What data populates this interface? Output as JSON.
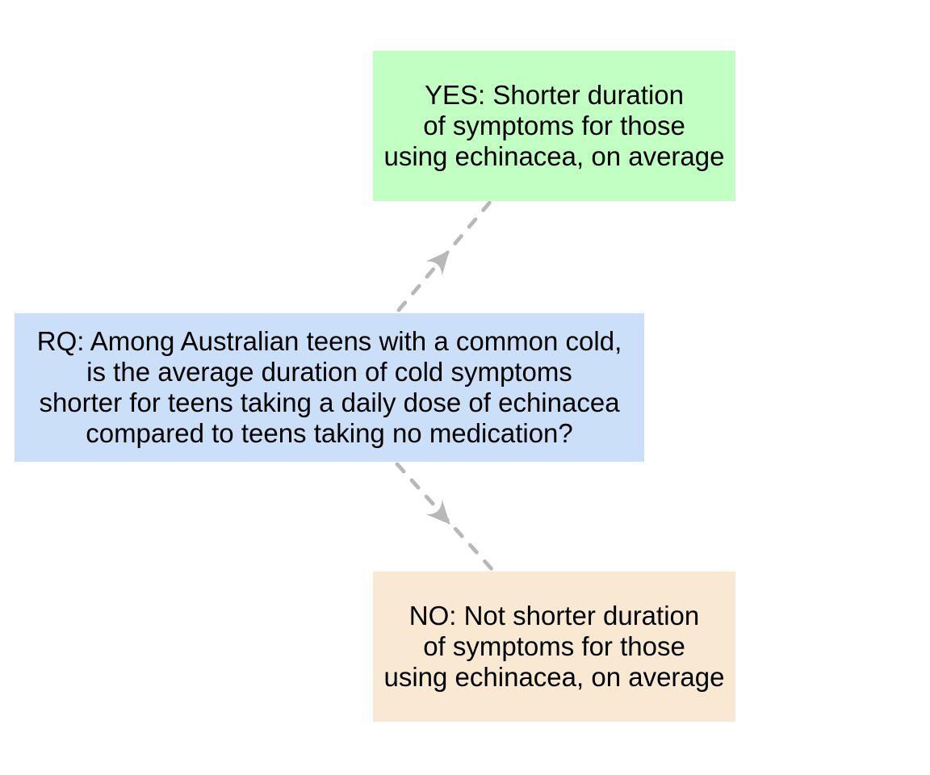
{
  "canvas": {
    "background": "#ffffff",
    "text_color": "#000000"
  },
  "nodes": {
    "yes": {
      "id": "YES",
      "fill": "#c2ffc2",
      "lines": [
        "YES: Shorter duration",
        "of symptoms for those",
        "using echinacea, on average"
      ]
    },
    "rq": {
      "id": "RQ",
      "fill": "#cbe0f8",
      "lines": [
        "RQ: Among Australian teens with a common cold,",
        "is the average duration of cold symptoms",
        "shorter for teens taking a daily dose of echinacea",
        "compared to teens taking no medication?"
      ]
    },
    "no": {
      "id": "NO",
      "fill": "#f9e9d3",
      "lines": [
        "NO: Not shorter duration",
        "of symptoms for those",
        "using echinacea, on average"
      ]
    }
  },
  "connectors": {
    "color": "#b8b8b8",
    "style": "dashed",
    "items": [
      {
        "from": "RQ",
        "to": "YES",
        "direction": "up-right"
      },
      {
        "from": "RQ",
        "to": "NO",
        "direction": "down-right"
      }
    ]
  }
}
